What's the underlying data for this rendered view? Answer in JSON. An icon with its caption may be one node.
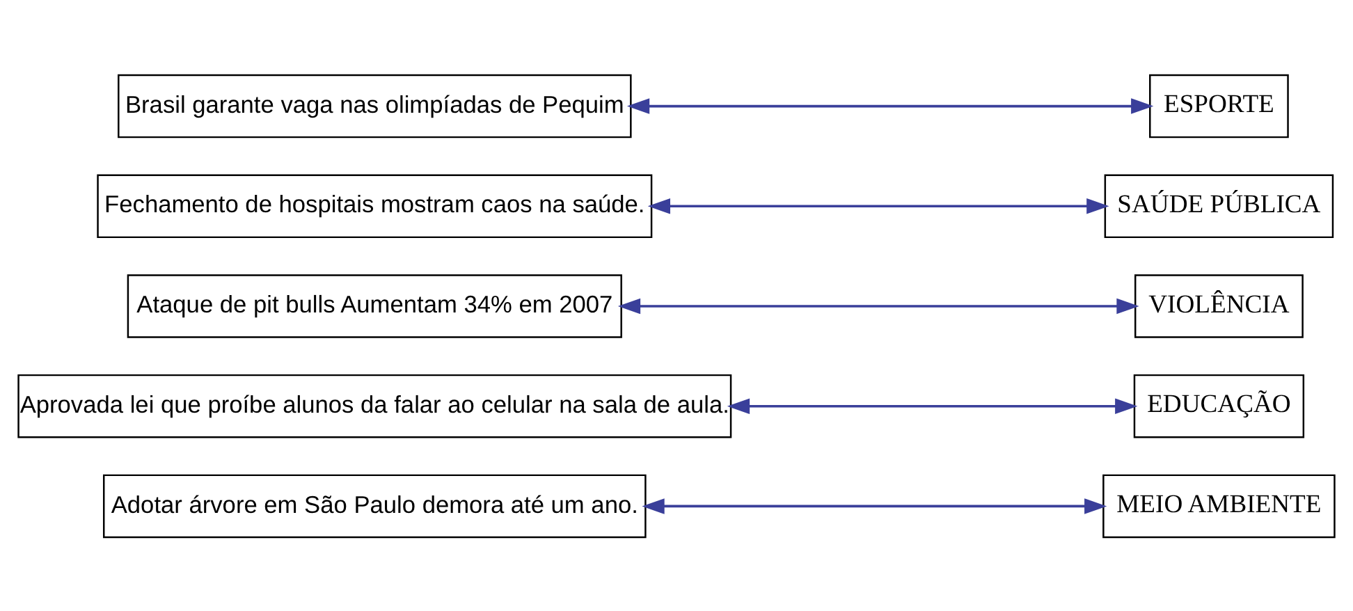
{
  "diagram": {
    "nodes": [
      {
        "text": [
          "Adotar árvore em São Paulo demora até um ano."
        ]
      },
      {
        "text": [
          "Aprovada lei que proíbe alunos da falar ao celular na sala de aula."
        ]
      },
      {
        "text": [
          "Ataque de pit bulls Aumentam 34% em 2007"
        ]
      },
      {
        "text": [
          "Fechamento de hospitais mostram caos na saúde."
        ]
      },
      {
        "text": [
          "Brasil garante vaga nas olimpíadas de Pequim"
        ]
      },
      {
        "text": [
          "VIOLÊNCIA"
        ]
      },
      {
        "text": [
          "ESPORTE"
        ]
      },
      {
        "text": [
          "SAÚDE PÚBLICA"
        ]
      },
      {
        "text": [
          "MEIO AMBIENTE"
        ]
      },
      {
        "text": [
          "EDUCAÇÃO"
        ]
      }
    ],
    "edges": [
      {
        "from": 0,
        "to": 8,
        "arrow": "both"
      },
      {
        "from": 1,
        "to": 9,
        "arrow": "both"
      },
      {
        "from": 2,
        "to": 5,
        "arrow": "both"
      },
      {
        "from": 3,
        "to": 7,
        "arrow": "both"
      },
      {
        "from": 4,
        "to": 6,
        "arrow": "both"
      }
    ]
  }
}
